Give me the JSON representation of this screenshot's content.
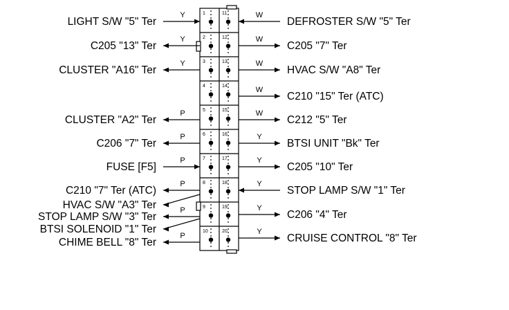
{
  "connector": {
    "left_pins": [
      "1",
      "2",
      "3",
      "4",
      "5",
      "6",
      "7",
      "8",
      "9",
      "10"
    ],
    "right_pins": [
      "11",
      "12",
      "13",
      "14",
      "15",
      "16",
      "17",
      "18",
      "19",
      "20"
    ]
  },
  "left_labels": [
    {
      "text": "LIGHT S/W \"5\" Ter",
      "wire": "Y",
      "dir": "in"
    },
    {
      "text": "C205 \"13\" Ter",
      "wire": "Y",
      "dir": "out"
    },
    {
      "text": "CLUSTER \"A16\" Ter",
      "wire": "Y",
      "dir": "out"
    },
    {
      "text": "CLUSTER \"A2\" Ter",
      "wire": "P",
      "dir": "out"
    },
    {
      "text": "C206 \"7\" Ter",
      "wire": "P",
      "dir": "out"
    },
    {
      "text": "FUSE [F5]",
      "wire": "P",
      "dir": "in"
    },
    {
      "text": "C210 \"7\" Ter (ATC)",
      "wire": "P",
      "dir": "out"
    },
    {
      "text": "HVAC S/W \"A3\" Ter",
      "wire": "",
      "dir": "out"
    },
    {
      "text": "STOP LAMP S/W \"3\" Ter",
      "wire": "P",
      "dir": "out"
    },
    {
      "text": "BTSI SOLENOID \"1\" Ter",
      "wire": "",
      "dir": "out"
    },
    {
      "text": "CHIME BELL \"8\" Ter",
      "wire": "P",
      "dir": "out"
    }
  ],
  "right_labels": [
    {
      "text": "DEFROSTER S/W \"5\" Ter",
      "wire": "W",
      "dir": "in"
    },
    {
      "text": "C205 \"7\" Ter",
      "wire": "W",
      "dir": "out"
    },
    {
      "text": "HVAC S/W \"A8\" Ter",
      "wire": "W",
      "dir": "out"
    },
    {
      "text": "C210 \"15\" Ter (ATC)",
      "wire": "W",
      "dir": "out"
    },
    {
      "text": "C212 \"5\" Ter",
      "wire": "W",
      "dir": "out"
    },
    {
      "text": "BTSI UNIT \"Bk\" Ter",
      "wire": "Y",
      "dir": "out"
    },
    {
      "text": "C205 \"10\" Ter",
      "wire": "Y",
      "dir": "out"
    },
    {
      "text": "STOP LAMP S/W \"1\" Ter",
      "wire": "Y",
      "dir": "in"
    },
    {
      "text": "C206 \"4\" Ter",
      "wire": "Y",
      "dir": "out"
    },
    {
      "text": "CRUISE CONTROL \"8\" Ter",
      "wire": "Y",
      "dir": "out"
    }
  ]
}
